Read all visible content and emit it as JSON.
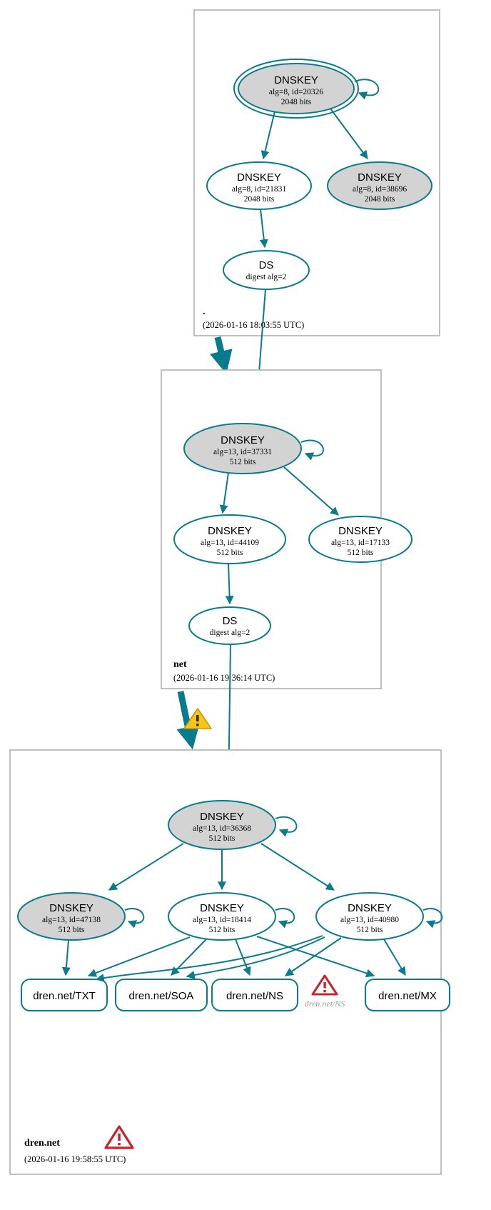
{
  "diagram": {
    "kind": "dnssec-authentication-chain",
    "colors": {
      "edge": "#0a7b8c",
      "node_stroke": "#0a7b8c",
      "shaded_fill": "#d3d3d3",
      "zone_border": "#b0b0b0",
      "warning_yellow": "#f5c518",
      "error_red": "#cc2229",
      "ghost_text": "#9a9a9a"
    }
  },
  "zones": [
    {
      "id": "root",
      "label": ".",
      "timestamp": "(2026-01-16 18:03:55 UTC)",
      "nodes": [
        {
          "id": "root-ksk",
          "type": "DNSKEY",
          "title": "DNSKEY",
          "line2": "alg=8, id=20326",
          "line3": "2048 bits",
          "shaded": true,
          "double_ring": true,
          "self_sign": true
        },
        {
          "id": "root-zsk",
          "type": "DNSKEY",
          "title": "DNSKEY",
          "line2": "alg=8, id=21831",
          "line3": "2048 bits",
          "shaded": false,
          "double_ring": false,
          "self_sign": false
        },
        {
          "id": "root-alt",
          "type": "DNSKEY",
          "title": "DNSKEY",
          "line2": "alg=8, id=38696",
          "line3": "2048 bits",
          "shaded": true,
          "double_ring": false,
          "self_sign": false
        },
        {
          "id": "root-ds",
          "type": "DS",
          "title": "DS",
          "line2": "digest alg=2",
          "line3": "",
          "shaded": false,
          "double_ring": false,
          "self_sign": false
        }
      ]
    },
    {
      "id": "net",
      "label": "net",
      "timestamp": "(2026-01-16 19:36:14 UTC)",
      "nodes": [
        {
          "id": "net-ksk",
          "type": "DNSKEY",
          "title": "DNSKEY",
          "line2": "alg=13, id=37331",
          "line3": "512 bits",
          "shaded": true,
          "double_ring": false,
          "self_sign": true
        },
        {
          "id": "net-zsk",
          "type": "DNSKEY",
          "title": "DNSKEY",
          "line2": "alg=13, id=44109",
          "line3": "512 bits",
          "shaded": false,
          "double_ring": false,
          "self_sign": false
        },
        {
          "id": "net-alt",
          "type": "DNSKEY",
          "title": "DNSKEY",
          "line2": "alg=13, id=17133",
          "line3": "512 bits",
          "shaded": false,
          "double_ring": false,
          "self_sign": false
        },
        {
          "id": "net-ds",
          "type": "DS",
          "title": "DS",
          "line2": "digest alg=2",
          "line3": "",
          "shaded": false,
          "double_ring": false,
          "self_sign": false
        }
      ]
    },
    {
      "id": "dren-net",
      "label": "dren.net",
      "timestamp": "(2026-01-16 19:58:55 UTC)",
      "has_error_badge": true,
      "nodes": [
        {
          "id": "dren-ksk",
          "type": "DNSKEY",
          "title": "DNSKEY",
          "line2": "alg=13, id=36368",
          "line3": "512 bits",
          "shaded": true,
          "double_ring": false,
          "self_sign": true
        },
        {
          "id": "dren-zsk1",
          "type": "DNSKEY",
          "title": "DNSKEY",
          "line2": "alg=13, id=47138",
          "line3": "512 bits",
          "shaded": true,
          "double_ring": false,
          "self_sign": true
        },
        {
          "id": "dren-zsk2",
          "type": "DNSKEY",
          "title": "DNSKEY",
          "line2": "alg=13, id=18414",
          "line3": "512 bits",
          "shaded": false,
          "double_ring": false,
          "self_sign": true
        },
        {
          "id": "dren-zsk3",
          "type": "DNSKEY",
          "title": "DNSKEY",
          "line2": "alg=13, id=40980",
          "line3": "512 bits",
          "shaded": false,
          "double_ring": false,
          "self_sign": true
        }
      ],
      "rrsets": [
        {
          "id": "rr-txt",
          "label": "dren.net/TXT"
        },
        {
          "id": "rr-soa",
          "label": "dren.net/SOA"
        },
        {
          "id": "rr-ns",
          "label": "dren.net/NS"
        },
        {
          "id": "rr-mx",
          "label": "dren.net/MX"
        }
      ],
      "error_node": {
        "id": "rr-ns-error",
        "label": "dren.net/NS",
        "icon": "error-triangle"
      }
    }
  ],
  "delegations": [
    {
      "from": "root",
      "to": "net",
      "status": "secure",
      "warning": false
    },
    {
      "from": "net",
      "to": "dren.net",
      "status": "warning",
      "warning": true
    }
  ]
}
